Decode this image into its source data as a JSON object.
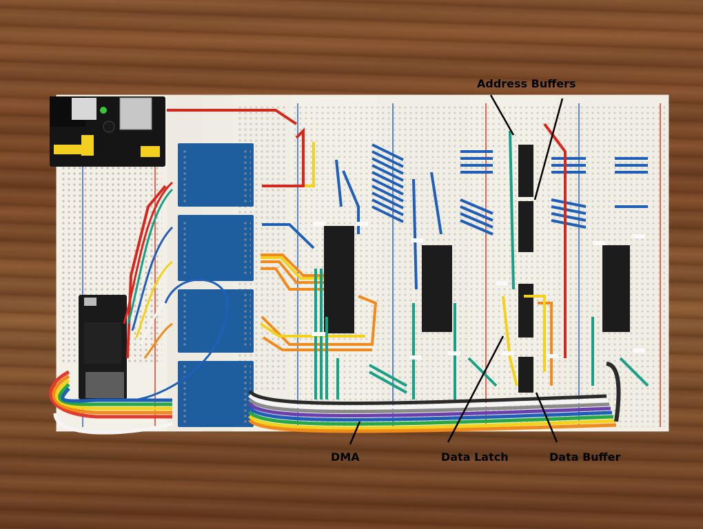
{
  "labels": {
    "address_buffers": "Address Buffers",
    "dma": "DMA",
    "data_latch": "Data Latch",
    "data_buffer": "Data Buffer"
  },
  "colors": {
    "board": "#efece4",
    "module": "#1e5e9e",
    "wire_blue": "#1f5fb8",
    "wire_green": "#16a085",
    "wire_orange": "#f08a1c",
    "wire_yellow": "#f2d21b",
    "ribbon": [
      "#e23b2e",
      "#f08a1c",
      "#f2d21b",
      "#28a745",
      "#1f5fb8",
      "#6a3fb0",
      "#8a8a8a",
      "#f5f5f5",
      "#2a2a2a"
    ]
  }
}
